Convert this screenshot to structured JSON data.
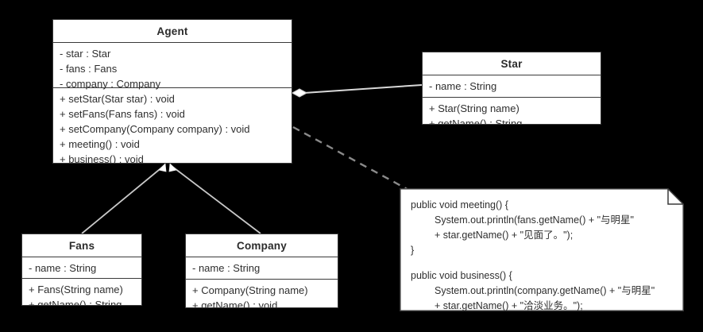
{
  "diagram": {
    "type": "uml-class-diagram",
    "background_color": "#000000",
    "box_fill": "#ffffff",
    "box_stroke": "#3a3a3a",
    "text_color": "#2f2f2f",
    "dashed_link_color": "#8a8a8a",
    "solid_link_color": "#d8d8d8"
  },
  "classes": {
    "agent": {
      "name": "Agent",
      "attributes": [
        "- star : Star",
        "- fans : Fans",
        "- company : Company"
      ],
      "methods": [
        "+ setStar(Star star) : void",
        "+ setFans(Fans fans) : void",
        "+ setCompany(Company company) : void",
        "+ meeting() : void",
        "+ business() : void"
      ]
    },
    "star": {
      "name": "Star",
      "attributes": [
        "- name : String"
      ],
      "methods": [
        "+ Star(String name)",
        "+ getName() : String"
      ]
    },
    "fans": {
      "name": "Fans",
      "attributes": [
        "- name : String"
      ],
      "methods": [
        "+ Fans(String name)",
        "+ getName() : String"
      ]
    },
    "company": {
      "name": "Company",
      "attributes": [
        "- name : String"
      ],
      "methods": [
        "+ Company(String name)",
        "+ getName() : void"
      ]
    }
  },
  "note": {
    "meeting": [
      "public void meeting() {",
      "System.out.println(fans.getName() + \"与明星\"",
      "+ star.getName() + \"见面了。\");",
      "}"
    ],
    "business": [
      "public void business() {",
      "System.out.println(company.getName() + \"与明星\"",
      "+ star.getName() + \"洽淡业务。\");",
      "}"
    ]
  },
  "relationships": [
    {
      "name": "agent-star-aggregation",
      "from": "Agent",
      "to": "Star",
      "kind": "aggregation",
      "marker": "hollow-diamond",
      "style": "solid"
    },
    {
      "name": "agent-fans-aggregation",
      "from": "Agent",
      "to": "Fans",
      "kind": "aggregation",
      "marker": "hollow-arrow",
      "style": "solid"
    },
    {
      "name": "agent-company-aggregation",
      "from": "Agent",
      "to": "Company",
      "kind": "aggregation",
      "marker": "hollow-arrow",
      "style": "solid"
    },
    {
      "name": "agent-note-link",
      "from": "Agent",
      "to": "Note",
      "kind": "note-anchor",
      "marker": "none",
      "style": "dashed"
    }
  ]
}
